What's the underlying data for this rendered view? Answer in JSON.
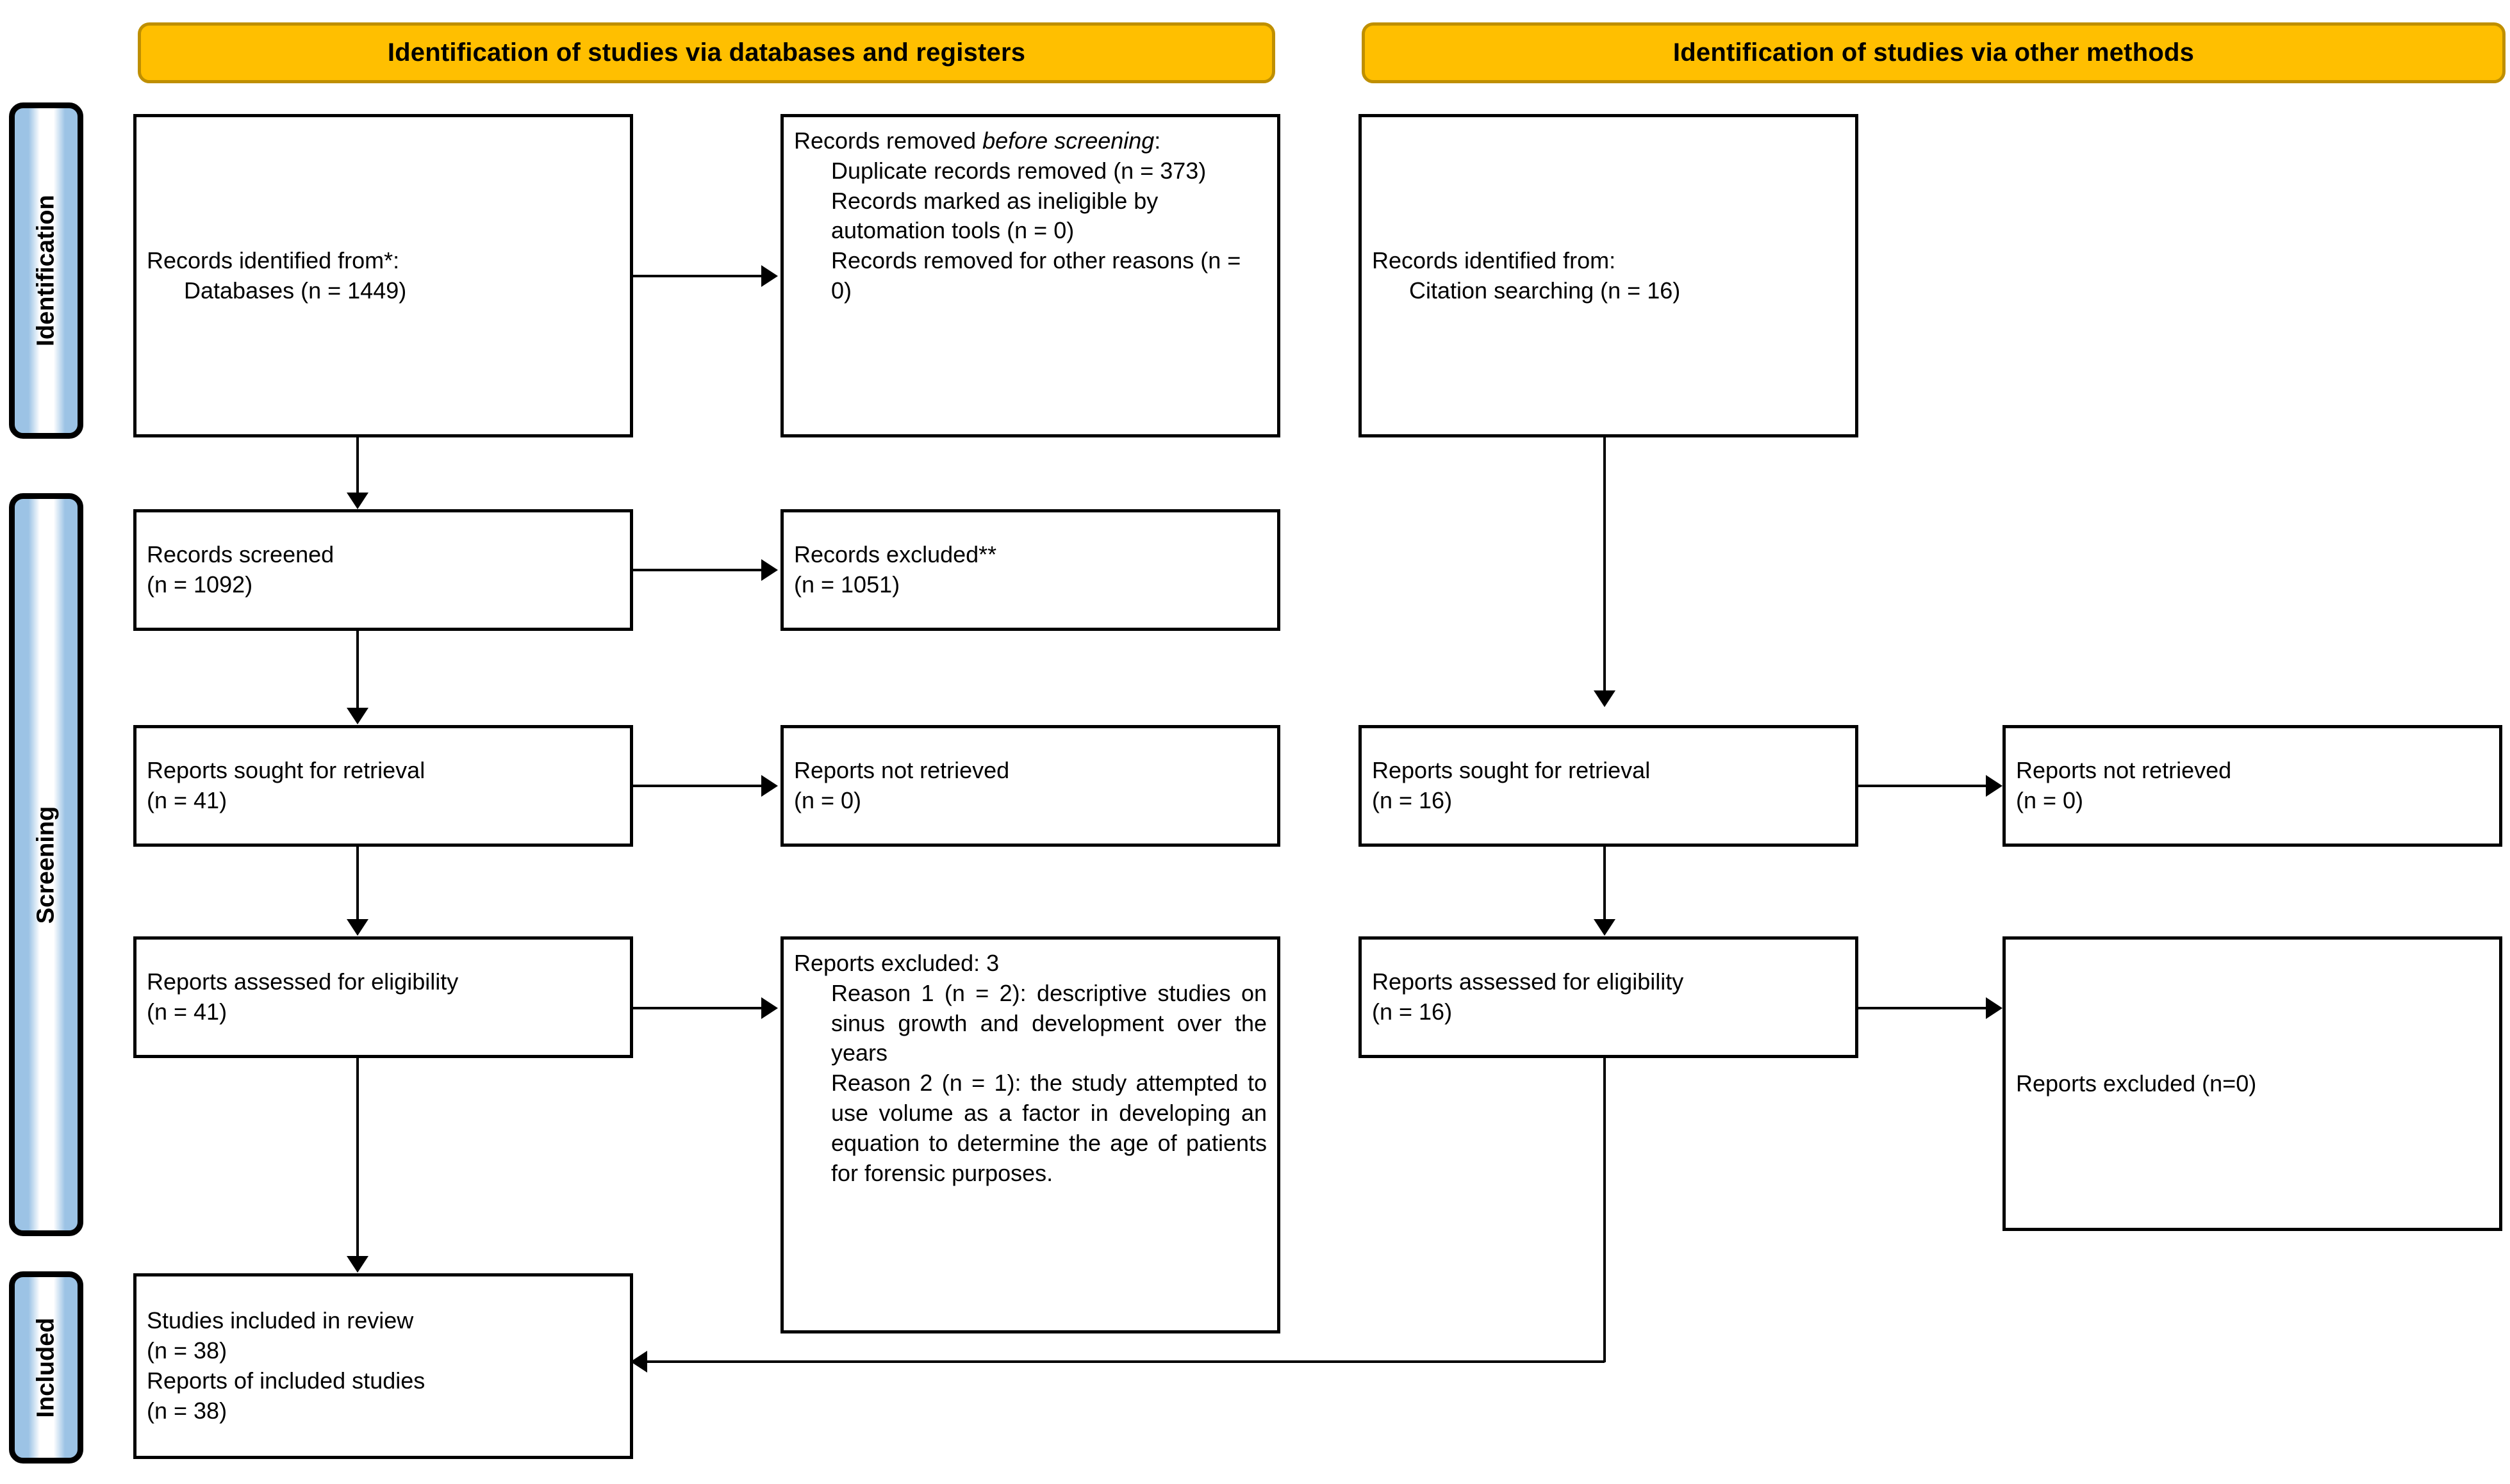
{
  "colors": {
    "banner_fill": "#FFBF00",
    "banner_border": "#BF8F00",
    "phase_fill": "#9CC3E5",
    "line": "#000000",
    "text": "#000000"
  },
  "banners": {
    "left": "Identification of studies via databases and registers",
    "right": "Identification of studies via other methods"
  },
  "phases": {
    "identification": "Identification",
    "screening": "Screening",
    "included": "Included"
  },
  "left_column": {
    "identified": {
      "line1": "Records identified from*:",
      "line2": "Databases (n = 1449)"
    },
    "removed": {
      "heading_prefix": "Records removed ",
      "heading_italic": "before screening",
      "heading_suffix": ":",
      "item1": "Duplicate records removed (n = 373)",
      "item2": "Records marked as ineligible by automation tools (n = 0)",
      "item3": "Records removed for other reasons (n = 0)"
    },
    "screened": {
      "line1": "Records screened",
      "line2": "(n = 1092)"
    },
    "excluded": {
      "line1": "Records excluded**",
      "line2": "(n = 1051)"
    },
    "sought": {
      "line1": "Reports sought for retrieval",
      "line2": "(n = 41)"
    },
    "not_retrieved": {
      "line1": "Reports not retrieved",
      "line2": "(n = 0)"
    },
    "assessed": {
      "line1": "Reports assessed for eligibility",
      "line2": "(n = 41)"
    },
    "reports_excluded": {
      "heading": "Reports excluded: 3",
      "reason1": "Reason 1 (n = 2): descriptive studies on sinus growth and development over the years",
      "reason2": "Reason 2 (n = 1): the study attempted to use volume as a factor in developing an equation to determine the age of patients for forensic purposes."
    },
    "included": {
      "line1": "Studies included in review",
      "line2": "(n = 38)",
      "line3": "Reports of included studies",
      "line4": "(n = 38)"
    }
  },
  "right_column": {
    "identified": {
      "line1": "Records identified from:",
      "line2": "Citation searching (n = 16)"
    },
    "sought": {
      "line1": "Reports sought for retrieval",
      "line2": "(n = 16)"
    },
    "not_retrieved": {
      "line1": "Reports not retrieved",
      "line2": "(n = 0)"
    },
    "assessed": {
      "line1": "Reports assessed for eligibility",
      "line2": "(n = 16)"
    },
    "excluded": {
      "line1": "Reports excluded (n=0)"
    }
  }
}
